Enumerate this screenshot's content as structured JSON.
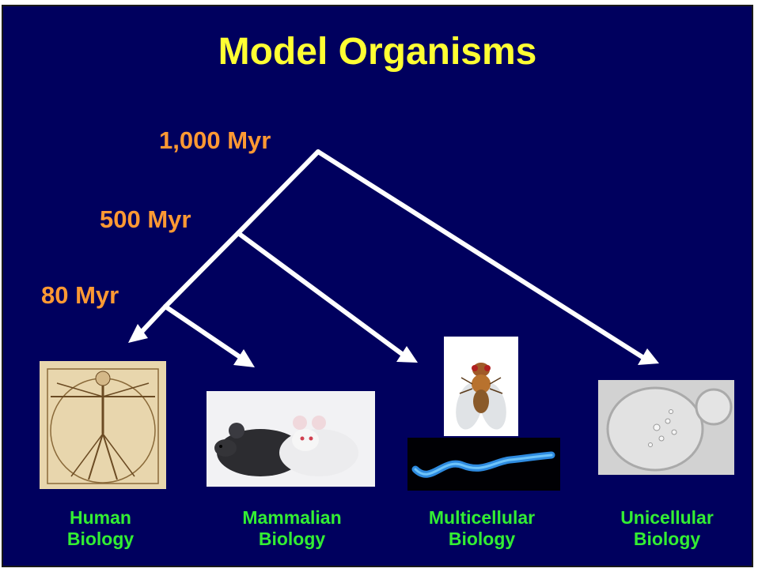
{
  "title": "Model Organisms",
  "time_labels": [
    "1,000 Myr",
    "500 Myr",
    "80 Myr"
  ],
  "organisms": [
    {
      "line1": "Human",
      "line2": "Biology"
    },
    {
      "line1": "Mammalian",
      "line2": "Biology"
    },
    {
      "line1": "Multicellular",
      "line2": "Biology"
    },
    {
      "line1": "Unicellular",
      "line2": "Biology"
    }
  ],
  "images": [
    "vitruvian-man",
    "black-and-white-mice",
    "fruit-fly",
    "nematode-worm",
    "yeast-cell"
  ],
  "colors": {
    "background": "#00005e",
    "title": "#ffff33",
    "time_labels": "#ff9933",
    "captions": "#33ee33",
    "tree": "#ffffff"
  }
}
